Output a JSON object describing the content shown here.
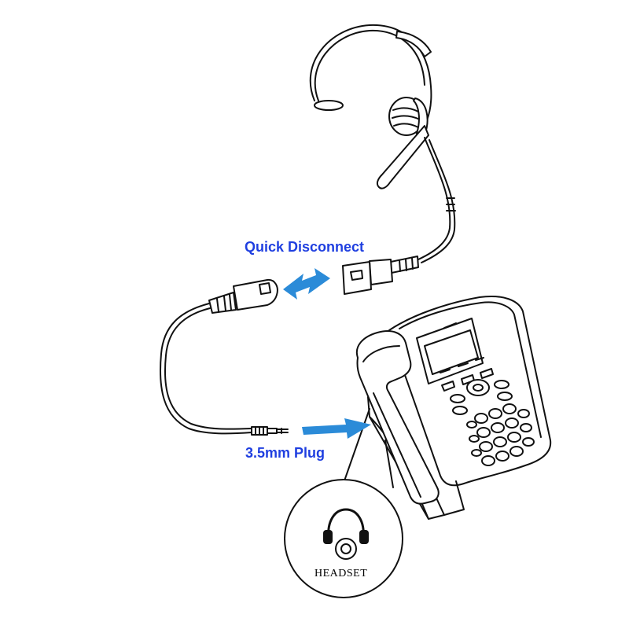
{
  "labels": {
    "quick_disconnect": "Quick Disconnect",
    "plug": "3.5mm Plug",
    "headset_port": "HEADSET"
  },
  "colors": {
    "label_blue": "#1f3fe0",
    "arrow_blue": "#2b8bd8",
    "line": "#111111",
    "fill": "#ffffff"
  },
  "icons": {
    "headset_port_icon": "headphones-icon"
  }
}
